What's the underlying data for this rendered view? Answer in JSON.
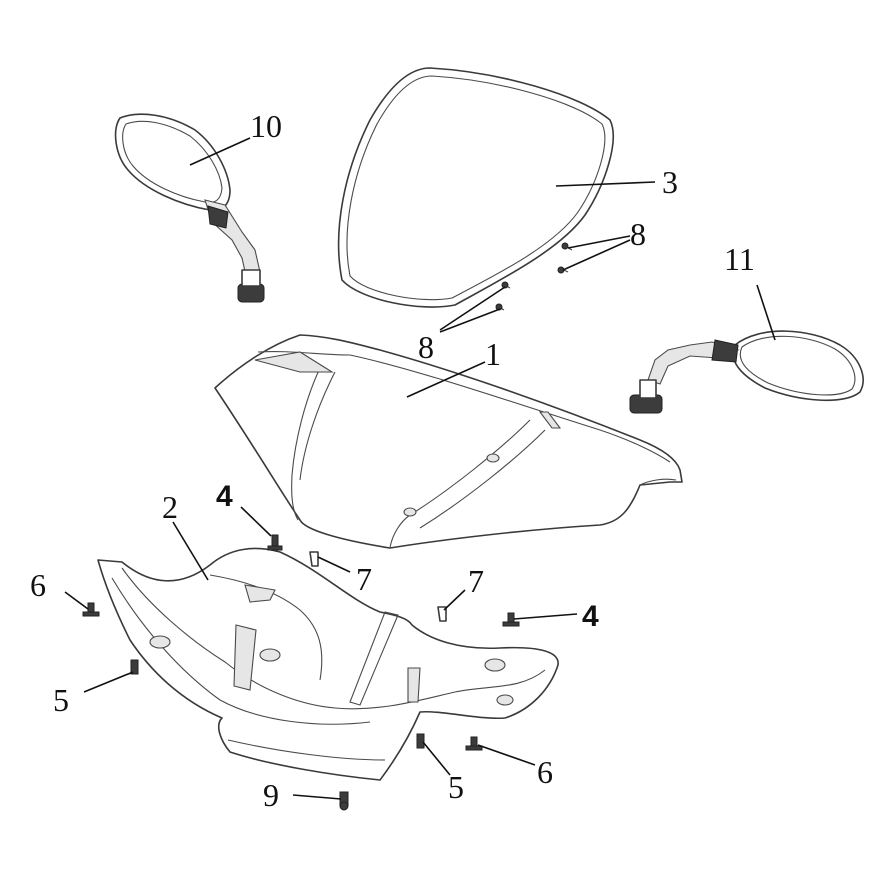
{
  "diagram": {
    "callouts": {
      "c1": "1",
      "c2": "2",
      "c3": "3",
      "c4a": "4",
      "c4b": "4",
      "c5a": "5",
      "c5b": "5",
      "c6a": "6",
      "c6b": "6",
      "c7a": "7",
      "c7b": "7",
      "c8a": "8",
      "c8b": "8",
      "c9": "9",
      "c10": "10",
      "c11": "11"
    }
  }
}
